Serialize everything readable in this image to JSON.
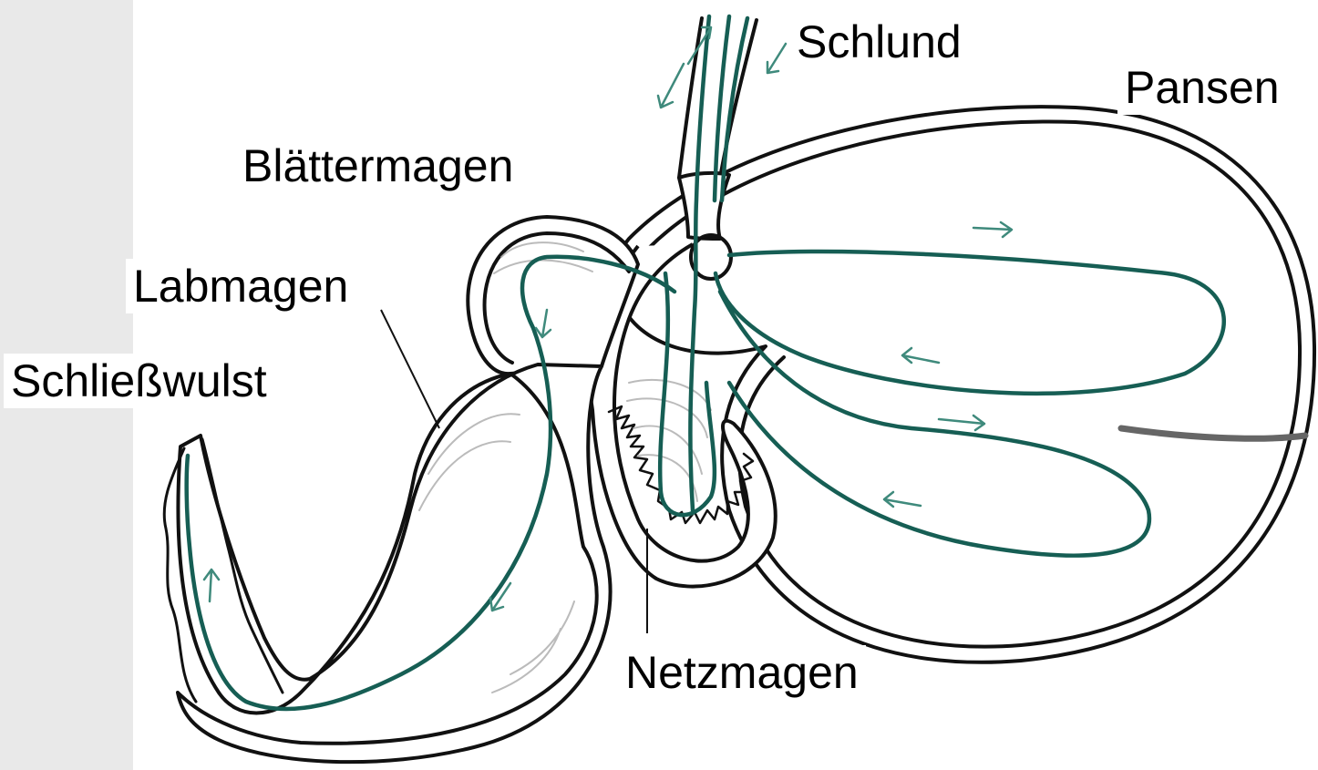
{
  "labels": {
    "schlund": "Schlund",
    "pansen": "Pansen",
    "blaettermagen": "Blättermagen",
    "labmagen": "Labmagen",
    "schliesswulst": "Schließwulst",
    "netzmagen": "Netzmagen"
  },
  "colors": {
    "outline": "#111111",
    "flow_line": "#165e54",
    "flow_arrow": "#3f8a7c",
    "shading": "#aaaaaa",
    "left_margin": "#e9e9e9",
    "label_background": "#ffffff"
  }
}
